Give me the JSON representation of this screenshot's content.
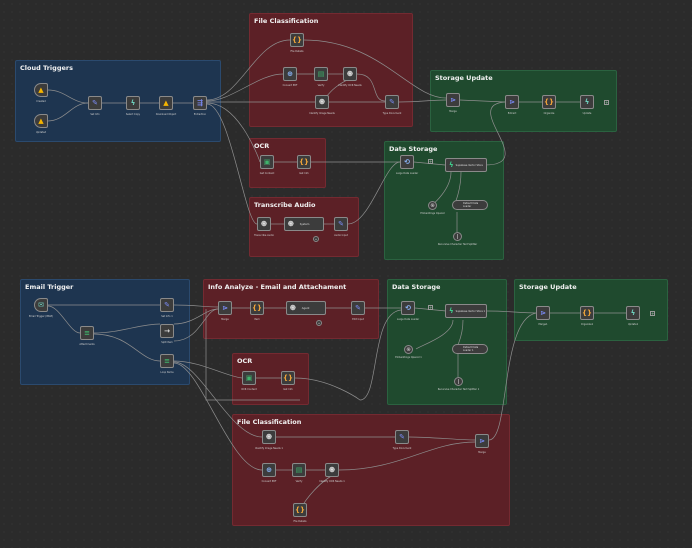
{
  "groups": {
    "cloud_triggers": "Cloud Triggers",
    "file_classification_1": "File Classification",
    "storage_update_1": "Storage Update",
    "ocr_1": "OCR",
    "data_storage_1": "Data Storage",
    "transcribe_audio": "Transcribe Audio",
    "email_trigger": "Email Trigger",
    "info_analyze": "Info Analyze - Email and Attachament",
    "data_storage_2": "Data Storage",
    "storage_update_2": "Storage Update",
    "ocr_2": "OCR",
    "file_classification_2": "File Classification"
  },
  "nodes": {
    "gdrive_created": "Created",
    "gdrive_updated": "Updated",
    "set_info": "Set Info",
    "select_copy": "Select Copy",
    "download_object": "Download Object",
    "extraction": "Extraction",
    "file_details": "File Details",
    "convert_pdf": "Convert PDF",
    "verify": "Verify",
    "identify_ocr": "Identify OCR Needs",
    "identify_image": "Identify Image Needs",
    "type_document": "Type Document",
    "merge_1": "Merge",
    "extract_1": "Extract",
    "organize": "Organize",
    "update_1": "Update",
    "get_content": "Get Content",
    "get_info": "Get Info",
    "large_data_loader_1": "Large Data Loader",
    "supabase_vector_1": "Supabase Vector Store",
    "embeddings_1": "Embeddings OpenAI",
    "default_loader_1": "Default Data Loader",
    "text_splitter_1": "Recursive Character Text Splitter",
    "transcribe_node": "Transcribe Audio",
    "system_node": "System",
    "audio_input": "Audio Input",
    "email_trigger_node": "Email Trigger (IMAP)",
    "set_info_2": "Set Info 1",
    "attachments": "Attachments",
    "split_item": "Split Item",
    "loop_items": "Loop Items",
    "merge_2": "Merge",
    "item": "Item",
    "agent_analyze": "Agent",
    "edit_input": "Edit Input",
    "large_data_loader_2": "Large Data Loader",
    "supabase_vector_2": "Supabase Vector Store 1",
    "embeddings_2": "Embeddings OpenAI 1",
    "default_loader_2": "Default Data Loader 1",
    "text_splitter_2": "Recursive Character Text Splitter 1",
    "merge_3": "Merge1",
    "organize_2": "Organize1",
    "update_2": "Update1",
    "ocr_content": "OCR Content",
    "ocr_info": "Get Info",
    "identify_image_2": "Identify Image Needs 1",
    "type_document_2": "Type Document",
    "convert_pdf_2": "Convert PDF",
    "merge_fc2": "Merge",
    "verify_2": "Verify",
    "identify_ocr_2": "Identify OCR Needs 1",
    "file_details_2": "File Details"
  },
  "colors": {
    "background": "#2b2b2b",
    "group_blue": "#1e3550",
    "group_red": "#5c2026",
    "group_green": "#1f4a2e",
    "wire": "#8f8f8f",
    "code_icon": "#f0a43a",
    "ai_icon": "#6fd3c0",
    "edit_icon": "#7c8cf8",
    "sheet_icon": "#3fb36c",
    "drive_icon": "#f5b400"
  }
}
